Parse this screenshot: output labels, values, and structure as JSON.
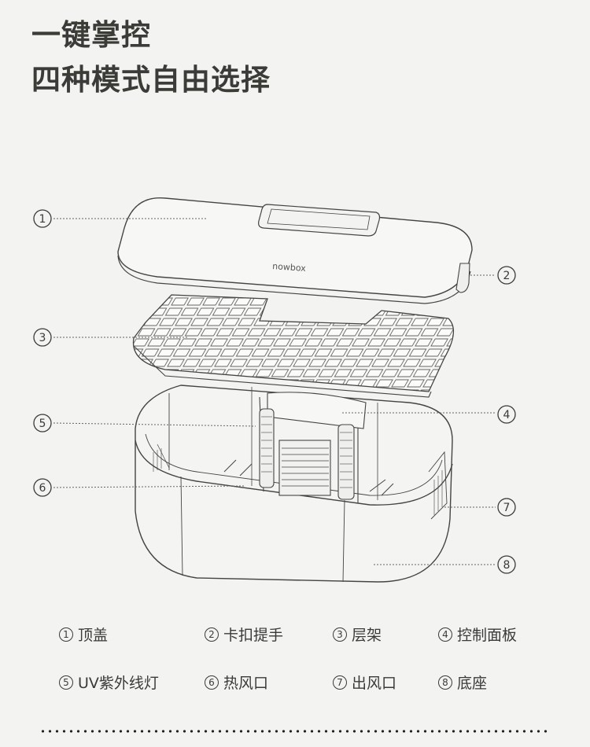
{
  "title_line1": "一键掌控",
  "title_line2": "四种模式自由选择",
  "brand": "nowbox",
  "callouts": [
    "1",
    "2",
    "3",
    "4",
    "5",
    "6",
    "7",
    "8"
  ],
  "legend": [
    {
      "num": "1",
      "label": "顶盖"
    },
    {
      "num": "2",
      "label": "卡扣提手"
    },
    {
      "num": "3",
      "label": "层架"
    },
    {
      "num": "4",
      "label": "控制面板"
    },
    {
      "num": "5",
      "label": "UV紫外线灯"
    },
    {
      "num": "6",
      "label": "热风口"
    },
    {
      "num": "7",
      "label": "出风口"
    },
    {
      "num": "8",
      "label": "底座"
    }
  ]
}
